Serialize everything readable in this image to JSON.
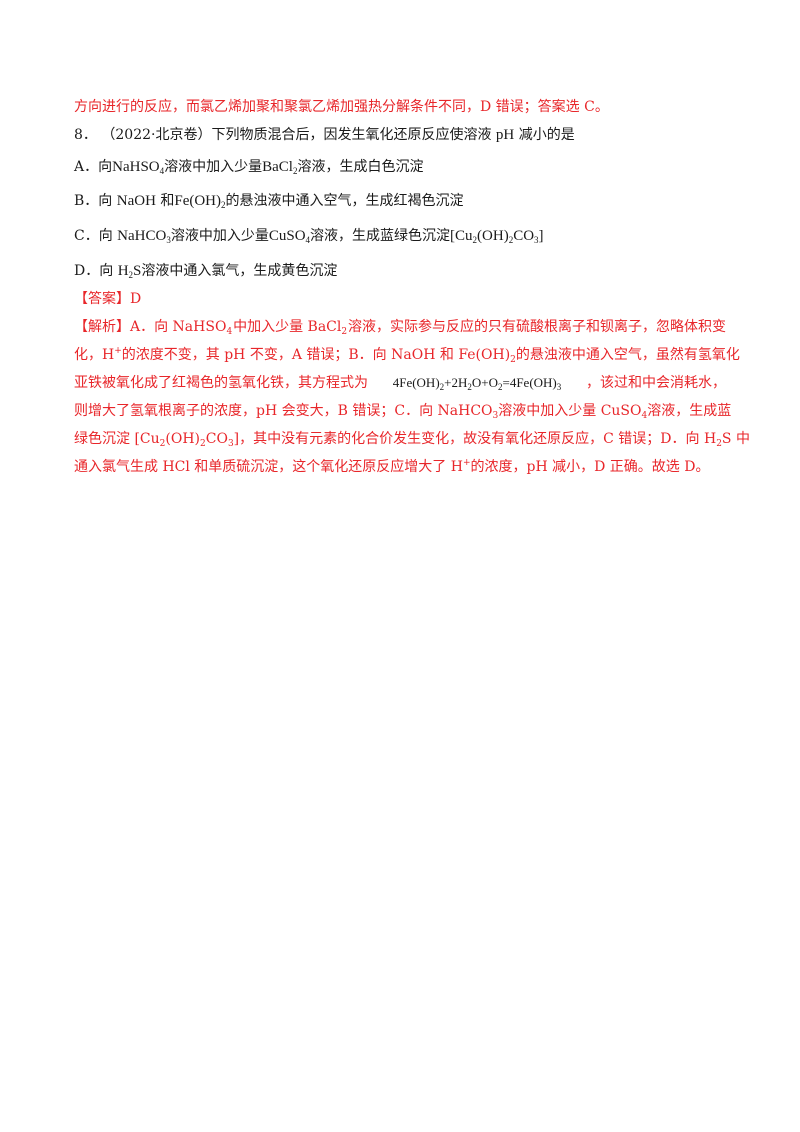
{
  "lines": {
    "l1": "方向进行的反应，而氯乙烯加聚和聚氯乙烯加强热分解条件不同，D 错误；答案选 C。",
    "q_number": "8．",
    "q_text_a": "（2022·北京卷）下列物质混合后，因发生氧化还原反应使溶液",
    "q_ph": "pH",
    "q_text_b": "减小的是",
    "a_label": "A．向",
    "a_f1": "NaHSO",
    "a_f1_sub": "4",
    "a_mid": "溶液中加入少量",
    "a_f2": "BaCl",
    "a_f2_sub": "2",
    "a_end": "溶液，生成白色沉淀",
    "b_label": "B．向",
    "b_f1": "NaOH",
    "b_and": "和",
    "b_f2": "Fe(OH)",
    "b_f2_sub": "2",
    "b_end": "的悬浊液中通入空气，生成红褐色沉淀",
    "c_label": "C．向",
    "c_f1": "NaHCO",
    "c_f1_sub": "3",
    "c_mid": "溶液中加入少量",
    "c_f2": "CuSO",
    "c_f2_sub": "4",
    "c_mid2": "溶液，生成蓝绿色沉淀",
    "c_f3a": "[Cu",
    "c_f3_sub1": "2",
    "c_f3b": "(OH)",
    "c_f3_sub2": "2",
    "c_f3c": "CO",
    "c_f3_sub3": "3",
    "c_f3d": "]",
    "d_label": "D．向",
    "d_f1": "H",
    "d_f1_sub": "2",
    "d_f1b": "S",
    "d_end": "溶液中通入氯气，生成黄色沉淀",
    "answer": "【答案】D",
    "ex1a": "【解析】A．向 NaHSO",
    "ex1_sub1": "4",
    "ex1b": "中加入少量 BaCl",
    "ex1_sub2": "2",
    "ex1c": "溶液，实际参与反应的只有硫酸根离子和钡离子，忽略体积变",
    "ex2a": "化，H",
    "ex2_sup": "+",
    "ex2b": "的浓度不变，其 pH 不变，A 错误；B．向 NaOH 和 Fe(OH)",
    "ex2_sub": "2",
    "ex2c": "的悬浊液中通入空气，虽然有氢氧化",
    "ex3a": "亚铁被氧化成了红褐色的氢氧化铁，其方程式为",
    "eq1": "4Fe(OH)",
    "eq1_sub": "2",
    "eq2": "+2H",
    "eq2_sub": "2",
    "eq3": "O+O",
    "eq3_sub": "2",
    "eq4": "=4Fe(OH)",
    "eq4_sub": "3",
    "ex3b": "，该过和中会消耗水，",
    "ex4a": "则增大了氢氧根离子的浓度，pH 会变大，B 错误；C．向 NaHCO",
    "ex4_sub1": "3",
    "ex4b": "溶液中加入少量 CuSO",
    "ex4_sub2": "4",
    "ex4c": "溶液，生成蓝",
    "ex5a": "绿色沉淀 [Cu",
    "ex5_sub1": "2",
    "ex5b": "(OH)",
    "ex5_sub2": "2",
    "ex5c": "CO",
    "ex5_sub3": "3",
    "ex5d": "]，其中没有元素的化合价发生变化，故没有氧化还原反应，C 错误；D．向 H",
    "ex5_sub4": "2",
    "ex5e": "S 中",
    "ex6a": "通入氯气生成 HCl 和单质硫沉淀，这个氧化还原反应增大了 H",
    "ex6_sup": "+",
    "ex6b": "的浓度，pH 减小，D 正确。故选 D。"
  }
}
